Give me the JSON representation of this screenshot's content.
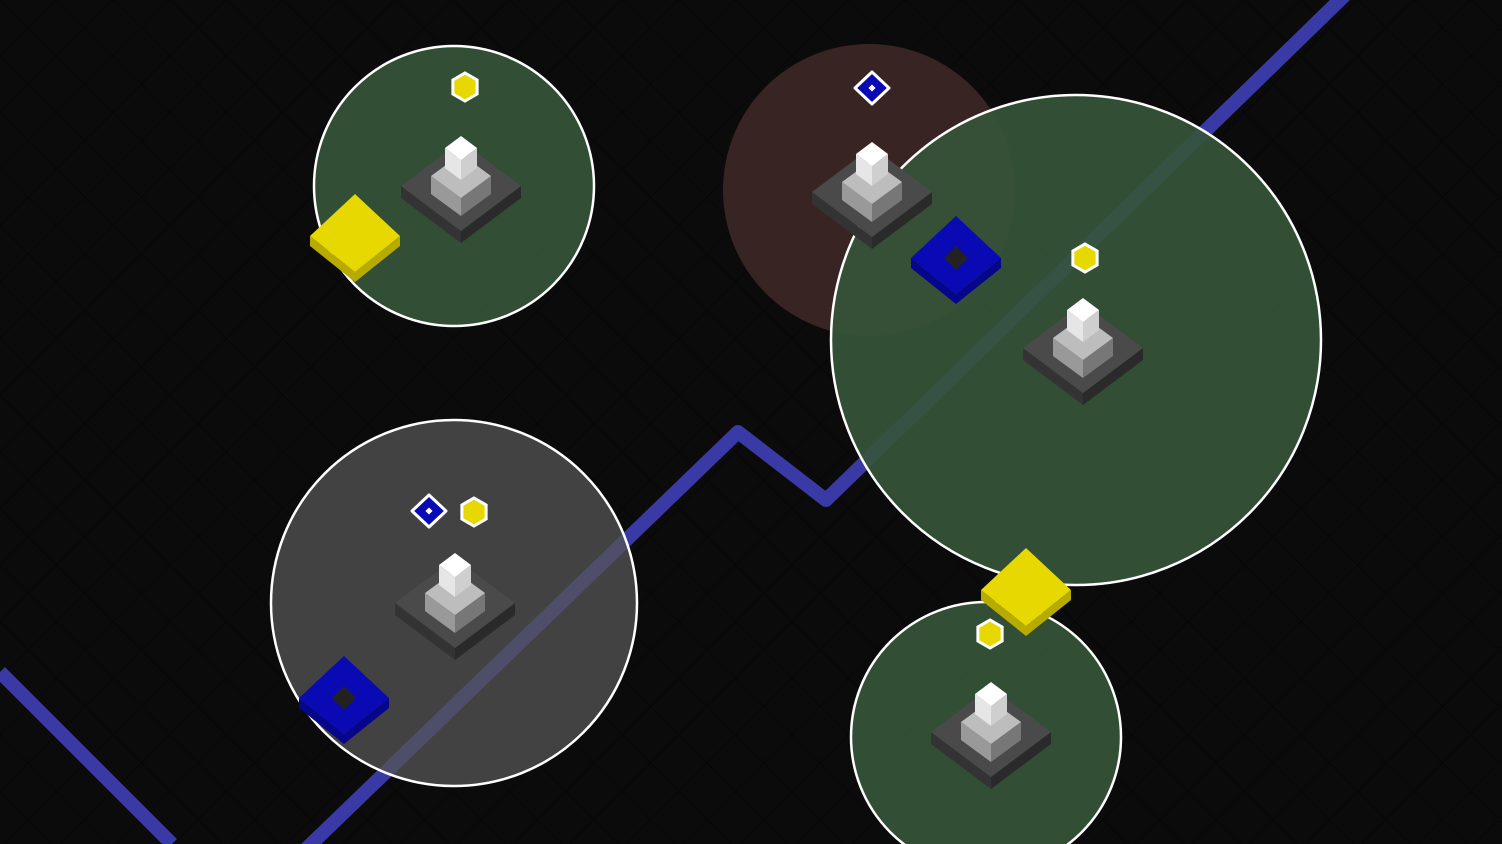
{
  "game": {
    "colors": {
      "background": "#070707",
      "path": "#3a3aa6",
      "range_green": "#36553a",
      "range_red": "#4a2e2e",
      "range_gray": "#555555",
      "range_stroke": "#ffffff",
      "yellow": "#e6d800",
      "blue": "#0a0ab4",
      "tower_base": "#4a4a4a",
      "tower_top": "#ffffff"
    },
    "towers": [
      {
        "range": "green",
        "status_icons": [
          "yellow-hexagon-icon"
        ]
      },
      {
        "range": "red",
        "status_icons": [
          "blue-diamond-icon"
        ]
      },
      {
        "range": "green",
        "status_icons": [
          "yellow-hexagon-icon"
        ]
      },
      {
        "range": "gray",
        "status_icons": [
          "blue-diamond-icon",
          "yellow-hexagon-icon"
        ]
      },
      {
        "range": "green",
        "status_icons": [
          "yellow-hexagon-icon"
        ]
      }
    ],
    "pickups": [
      {
        "kind": "yellow-block"
      },
      {
        "kind": "yellow-block"
      },
      {
        "kind": "blue-ring-block"
      },
      {
        "kind": "blue-ring-block"
      }
    ]
  }
}
